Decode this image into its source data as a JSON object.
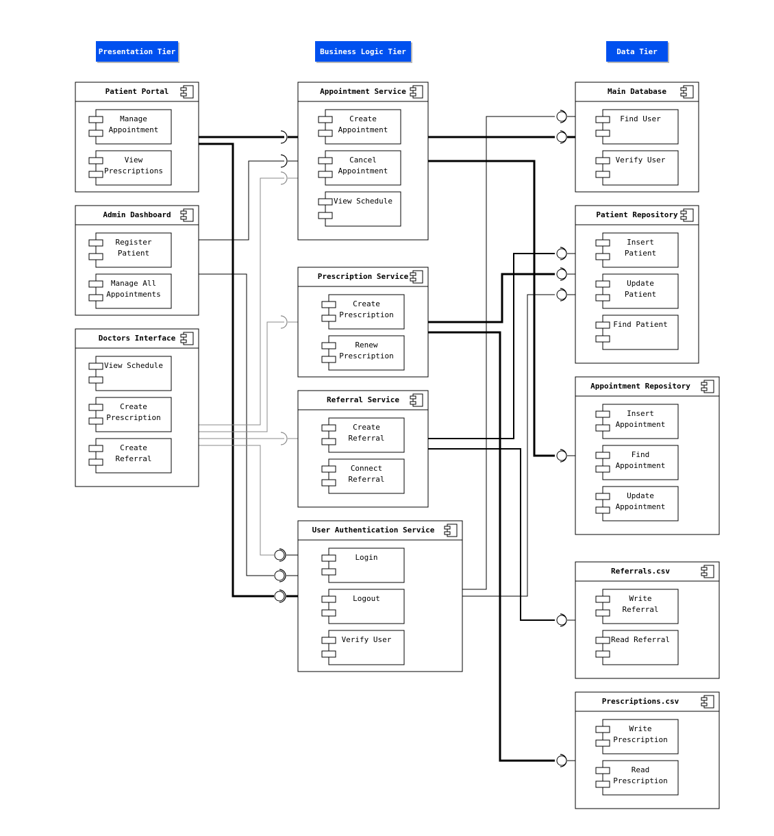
{
  "colors": {
    "tier_fill": "#0050ef",
    "tier_text": "#ffffff",
    "line": "#000000",
    "thin_line": "#888888"
  },
  "tiers": {
    "presentation": "Presentation Tier",
    "business": "Business Logic Tier",
    "data": "Data Tier"
  },
  "components": {
    "patient_portal": {
      "title": "Patient Portal",
      "subs": [
        [
          "Manage",
          "Appointment"
        ],
        [
          "View",
          "Prescriptions"
        ]
      ]
    },
    "admin_dashboard": {
      "title": "Admin Dashboard",
      "subs": [
        [
          "Register",
          "Patient"
        ],
        [
          "Manage All",
          "Appointments"
        ]
      ]
    },
    "doctors_interface": {
      "title": "Doctors Interface",
      "subs": [
        [
          "View Schedule"
        ],
        [
          "Create",
          "Prescription"
        ],
        [
          "Create",
          "Referral"
        ]
      ]
    },
    "appointment_service": {
      "title": "Appointment Service",
      "subs": [
        [
          "Create",
          "Appointment"
        ],
        [
          "Cancel",
          "Appointment"
        ],
        [
          "View Schedule"
        ]
      ]
    },
    "prescription_service": {
      "title": "Prescription Service",
      "subs": [
        [
          "Create",
          "Prescription"
        ],
        [
          "Renew",
          "Prescription"
        ]
      ]
    },
    "referral_service": {
      "title": "Referral Service",
      "subs": [
        [
          "Create",
          "Referral"
        ],
        [
          "Connect",
          "Referral"
        ]
      ]
    },
    "user_auth_service": {
      "title": "User Authentication Service",
      "subs": [
        [
          "Login"
        ],
        [
          "Logout"
        ],
        [
          "Verify User"
        ]
      ]
    },
    "main_database": {
      "title": "Main Database",
      "subs": [
        [
          "Find User"
        ],
        [
          "Verify User"
        ]
      ]
    },
    "patient_repository": {
      "title": "Patient Repository",
      "subs": [
        [
          "Insert",
          "Patient"
        ],
        [
          "Update",
          "Patient"
        ],
        [
          "Find Patient"
        ]
      ]
    },
    "appointment_repository": {
      "title": "Appointment Repository",
      "subs": [
        [
          "Insert",
          "Appointment"
        ],
        [
          "Find",
          "Appointment"
        ],
        [
          "Update",
          "Appointment"
        ]
      ]
    },
    "referrals_csv": {
      "title": "Referrals.csv",
      "subs": [
        [
          "Write",
          "Referral"
        ],
        [
          "Read Referral"
        ]
      ]
    },
    "prescriptions_csv": {
      "title": "Prescriptions.csv",
      "subs": [
        [
          "Write",
          "Prescription"
        ],
        [
          "Read",
          "Prescription"
        ]
      ]
    }
  }
}
